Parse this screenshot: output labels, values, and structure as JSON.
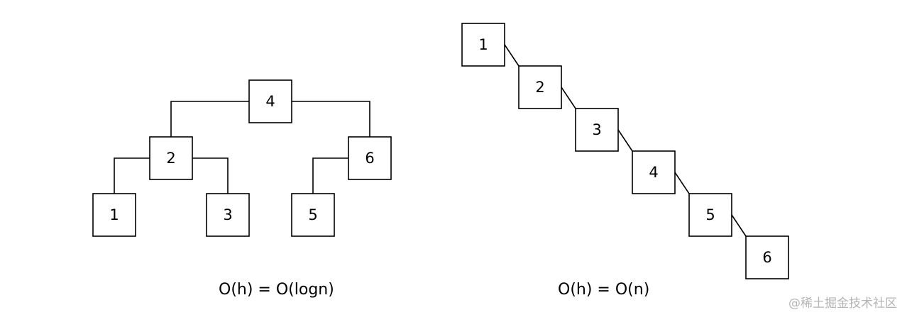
{
  "balanced_tree": {
    "nodes": [
      "4",
      "2",
      "6",
      "1",
      "3",
      "5"
    ],
    "edges": [
      [
        "4",
        "2"
      ],
      [
        "4",
        "6"
      ],
      [
        "2",
        "1"
      ],
      [
        "2",
        "3"
      ],
      [
        "6",
        "5"
      ]
    ],
    "caption": "O(h) = O(logn)"
  },
  "skewed_tree": {
    "nodes": [
      "1",
      "2",
      "3",
      "4",
      "5",
      "6"
    ],
    "edges": [
      [
        "1",
        "2"
      ],
      [
        "2",
        "3"
      ],
      [
        "3",
        "4"
      ],
      [
        "4",
        "5"
      ],
      [
        "5",
        "6"
      ]
    ],
    "caption": "O(h) = O(n)"
  },
  "watermark": "@稀土掘金技术社区"
}
